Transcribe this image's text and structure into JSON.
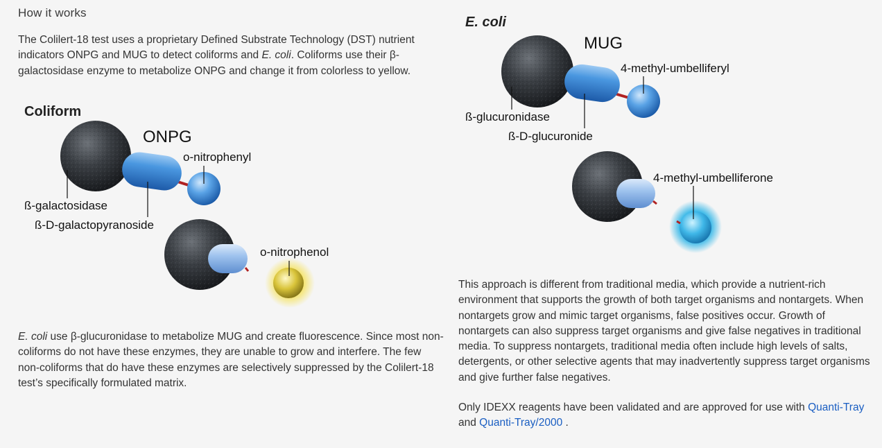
{
  "heading": "How it works",
  "intro": {
    "part1": "The Colilert-18 test uses a proprietary Defined Substrate Technology (DST) nutrient indicators ONPG and MUG to detect coliforms and ",
    "ecoli": "E. coli",
    "part2": ". Coliforms use their β-galactosidase enzyme to metabolize ONPG and change it from colorless to yellow."
  },
  "coliform_diagram": {
    "title": "Coliform",
    "substrate": "ONPG",
    "leaving_group": "o-nitrophenyl",
    "enzyme": "ß-galactosidase",
    "bond": "ß-D-galactopyranoside",
    "product": "o-nitrophenol",
    "product_color": "#f2de3a"
  },
  "ecoli_diagram": {
    "title": "E. coli",
    "substrate": "MUG",
    "leaving_group": "4-methyl-umbelliferyl",
    "enzyme": "ß-glucuronidase",
    "bond": "ß-D-glucuronide",
    "product": "4-methyl-umbelliferone",
    "product_color": "#22b6e8"
  },
  "ecoli_para": {
    "ecoli": "E. coli",
    "text": " use β-glucuronidase to metabolize MUG and create fluorescence. Since most non-coliforms do not have these enzymes, they are unable to grow and interfere. The few non-coliforms that do have these enzymes are selectively suppressed by the Colilert-18 test’s specifically formulated matrix."
  },
  "approach_para": "This approach is different from traditional media, which provide a nutrient-rich environment that supports the growth of both target organisms and nontargets. When nontargets grow and mimic target organisms, false positives occur. Growth of nontargets can also suppress target organisms and give false negatives in traditional media. To suppress nontargets, traditional media often include high levels of salts, detergents, or other selective agents that may inadvertently suppress target organisms and give further false negatives.",
  "validation": {
    "text1": "Only IDEXX reagents have been validated and are approved for use with ",
    "link1": "Quanti-Tray",
    "text2": " and ",
    "link2": "Quanti-Tray/2000",
    "text3": " ."
  },
  "colors": {
    "enzyme": "#2e3236",
    "substrate_blue": "#3d86d6",
    "bond_red": "#b02222",
    "link": "#1a5ec2"
  }
}
